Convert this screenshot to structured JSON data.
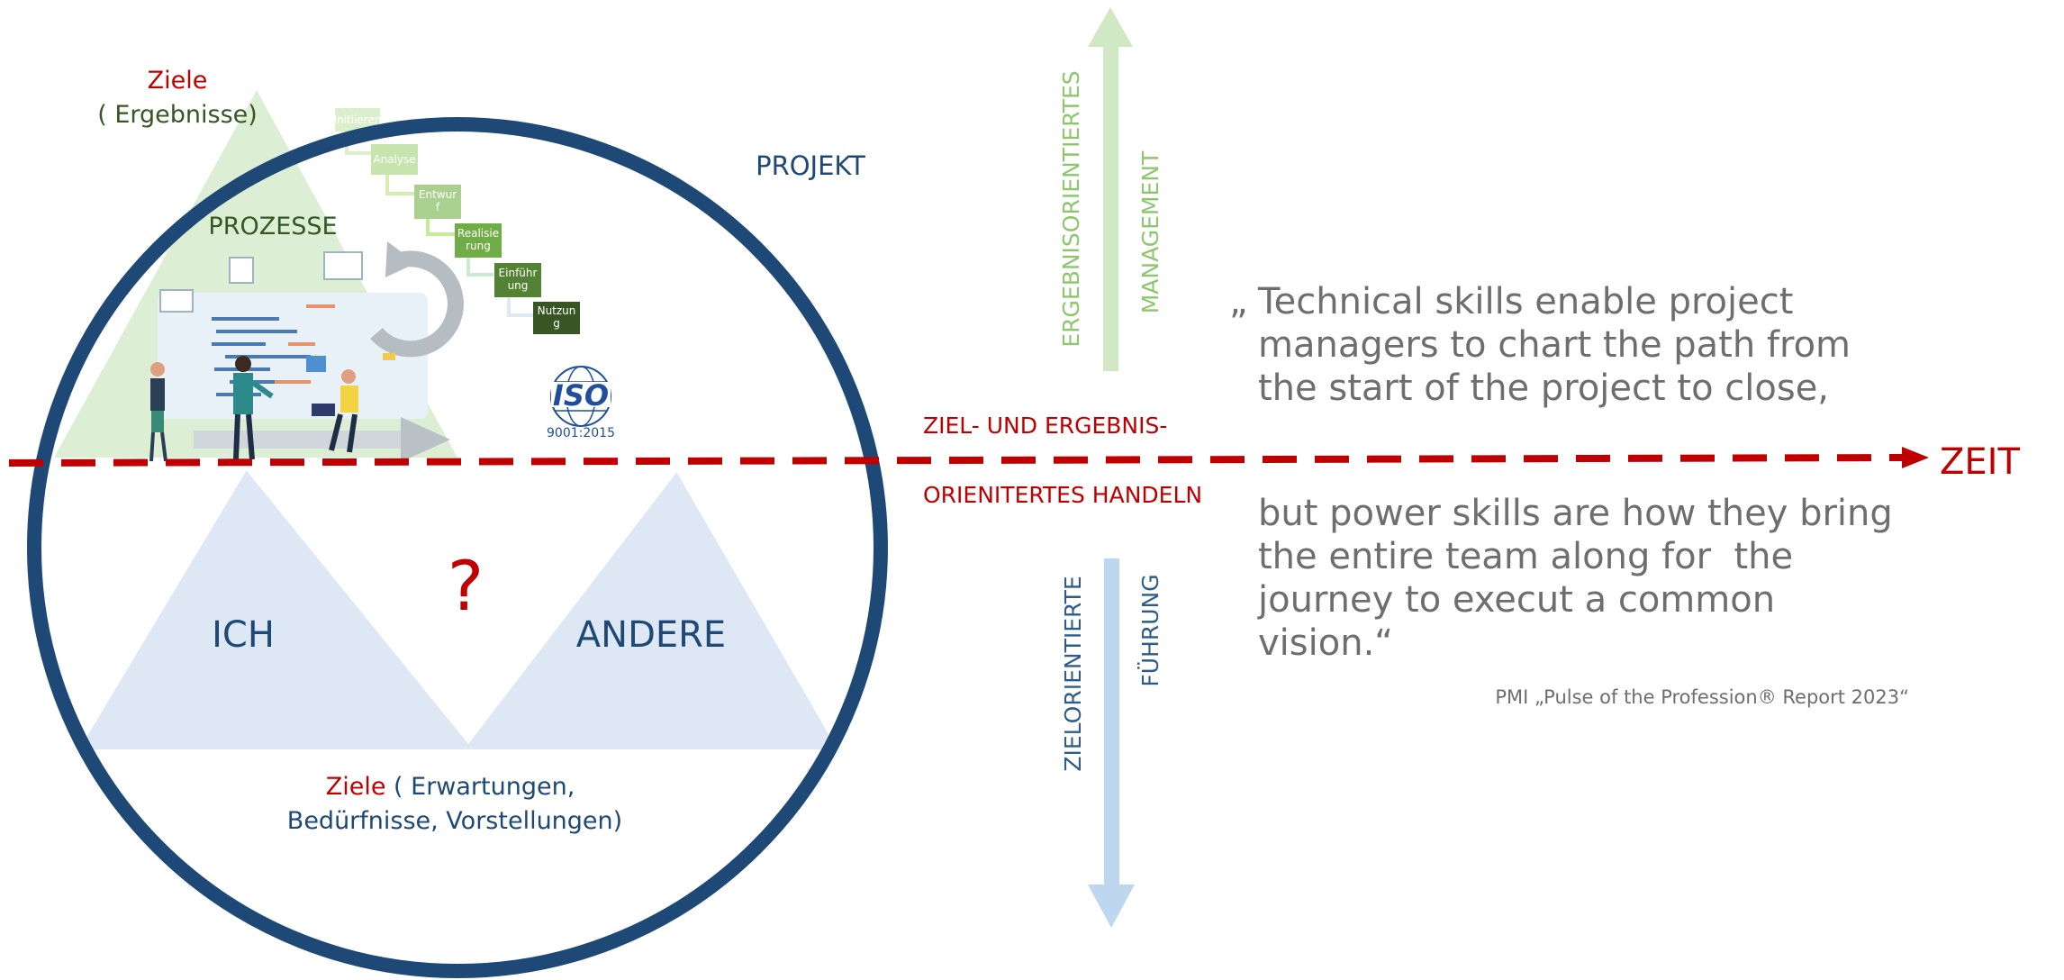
{
  "top_triangle": {
    "goal_word": "Ziele",
    "goal_detail": "( Ergebnisse)",
    "title": "PROZESSE"
  },
  "circle_label": "PROJEKT",
  "process_steps": [
    "Initiieren",
    "Analyse",
    "Entwurf",
    "Realisierung",
    "Einführung",
    "Nutzung"
  ],
  "process_steps_lines": [
    [
      "Initiieren"
    ],
    [
      "Analyse"
    ],
    [
      "Entwur",
      "f"
    ],
    [
      "Realisie",
      "rung"
    ],
    [
      "Einführ",
      "ung"
    ],
    [
      "Nutzun",
      "g"
    ]
  ],
  "iso": {
    "mark": "ISO",
    "standard": "9001:2015"
  },
  "bottom": {
    "left": "ICH",
    "right": "ANDERE",
    "middle": "?",
    "goal_word": "Ziele",
    "goal_rest": " ( Erwartungen,",
    "goal_line2": "Bedürfnisse, Vorstellungen)"
  },
  "axis": {
    "up_line1": "ERGEBNISORIENTIERTES",
    "up_line2": "MANAGEMENT",
    "down_line1": "ZIELORIENTIERTE",
    "down_line2": "FÜHRUNG",
    "center_top": "ZIEL- UND ERGEBNIS-",
    "center_bottom": "ORIENITERTES HANDELN",
    "time": "ZEIT"
  },
  "quote": {
    "open_mark": "„",
    "part1": [
      "Technical skills enable project",
      "managers to chart the path from",
      "the start of the project to close,"
    ],
    "part2": [
      "but power skills are how they bring",
      "the entire team along for  the",
      "journey to execut a common",
      "vision.“"
    ],
    "source": "PMI „Pulse of the Profession® Report 2023“"
  },
  "colors": {
    "navy": "#1e4977",
    "red": "#c00000",
    "dark_green": "#375623",
    "light_green_fill": "#dcefd4",
    "light_blue_fill": "#dee8f5",
    "green_arrow": "#d0e8c3",
    "blue_arrow": "#bfd7ee",
    "green_text": "#8cc66d",
    "navy_text": "#2e5c8a",
    "quote_text": "#6e6e6e"
  }
}
